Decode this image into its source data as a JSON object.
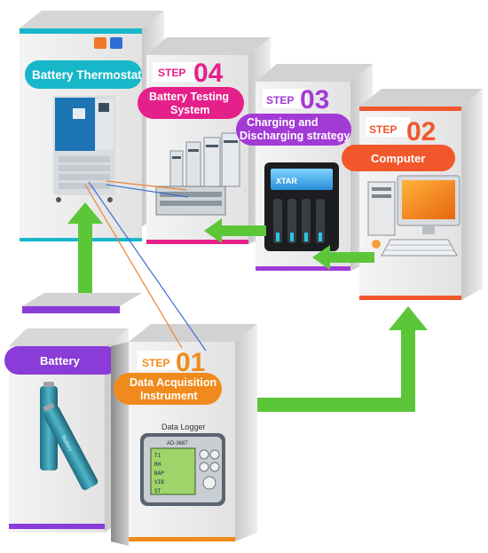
{
  "boxes": {
    "thermostat": {
      "label": "Battery Thermostat",
      "accent": "#17b7c9"
    },
    "testing": {
      "step_word": "STEP",
      "step_num": "04",
      "label_line1": "Battery Testing",
      "label_line2": "System",
      "accent": "#e6208a"
    },
    "charging": {
      "step_word": "STEP",
      "step_num": "03",
      "label_line1": "Charging and",
      "label_line2": "Discharging strategy",
      "accent": "#a23ad6"
    },
    "computer": {
      "step_word": "STEP",
      "step_num": "02",
      "label": "Computer",
      "accent": "#f2572c"
    },
    "battery": {
      "label": "Battery",
      "accent": "#8a3bd8"
    },
    "acquisition": {
      "step_word": "STEP",
      "step_num": "01",
      "label_line1": "Data Acquisition",
      "label_line2": "Instrument",
      "accent": "#f08a1c"
    }
  },
  "devices": {
    "charger_brand": "XTAR",
    "battery_print": "Battery",
    "logger_title": "Data Logger",
    "logger_model": "AD-3687",
    "logger_rows": [
      "T1",
      "RH",
      "BAP",
      "VIB",
      "ST"
    ]
  },
  "colors": {
    "arrow": "#5cc639",
    "wire_blue": "#3b6fcf",
    "wire_orange": "#e8843a"
  }
}
